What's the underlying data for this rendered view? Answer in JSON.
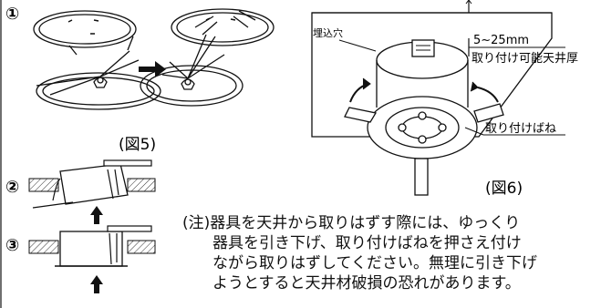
{
  "steps": {
    "step1": "①",
    "step2": "②",
    "step3": "③"
  },
  "fig5": {
    "caption": "(図5)"
  },
  "fig6": {
    "caption": "(図6)",
    "hole_label": "埋込穴",
    "thickness_range": "5~25mm",
    "thickness_label": "取り付け可能天井厚",
    "spring_label": "取り付けばね"
  },
  "note": {
    "prefix": "(注)",
    "line1": "器具を天井から取りはずす際には、ゆっくり",
    "line2": "器具を引き下げ、取り付けばねを押さえ付け",
    "line3": "ながら取りはずしてください。無理に引き下げ",
    "line4": "ようとすると天井材破損の恐れがあります。"
  },
  "colors": {
    "ink": "#111111",
    "panel": "#ffffff",
    "hatch": "#333333"
  }
}
